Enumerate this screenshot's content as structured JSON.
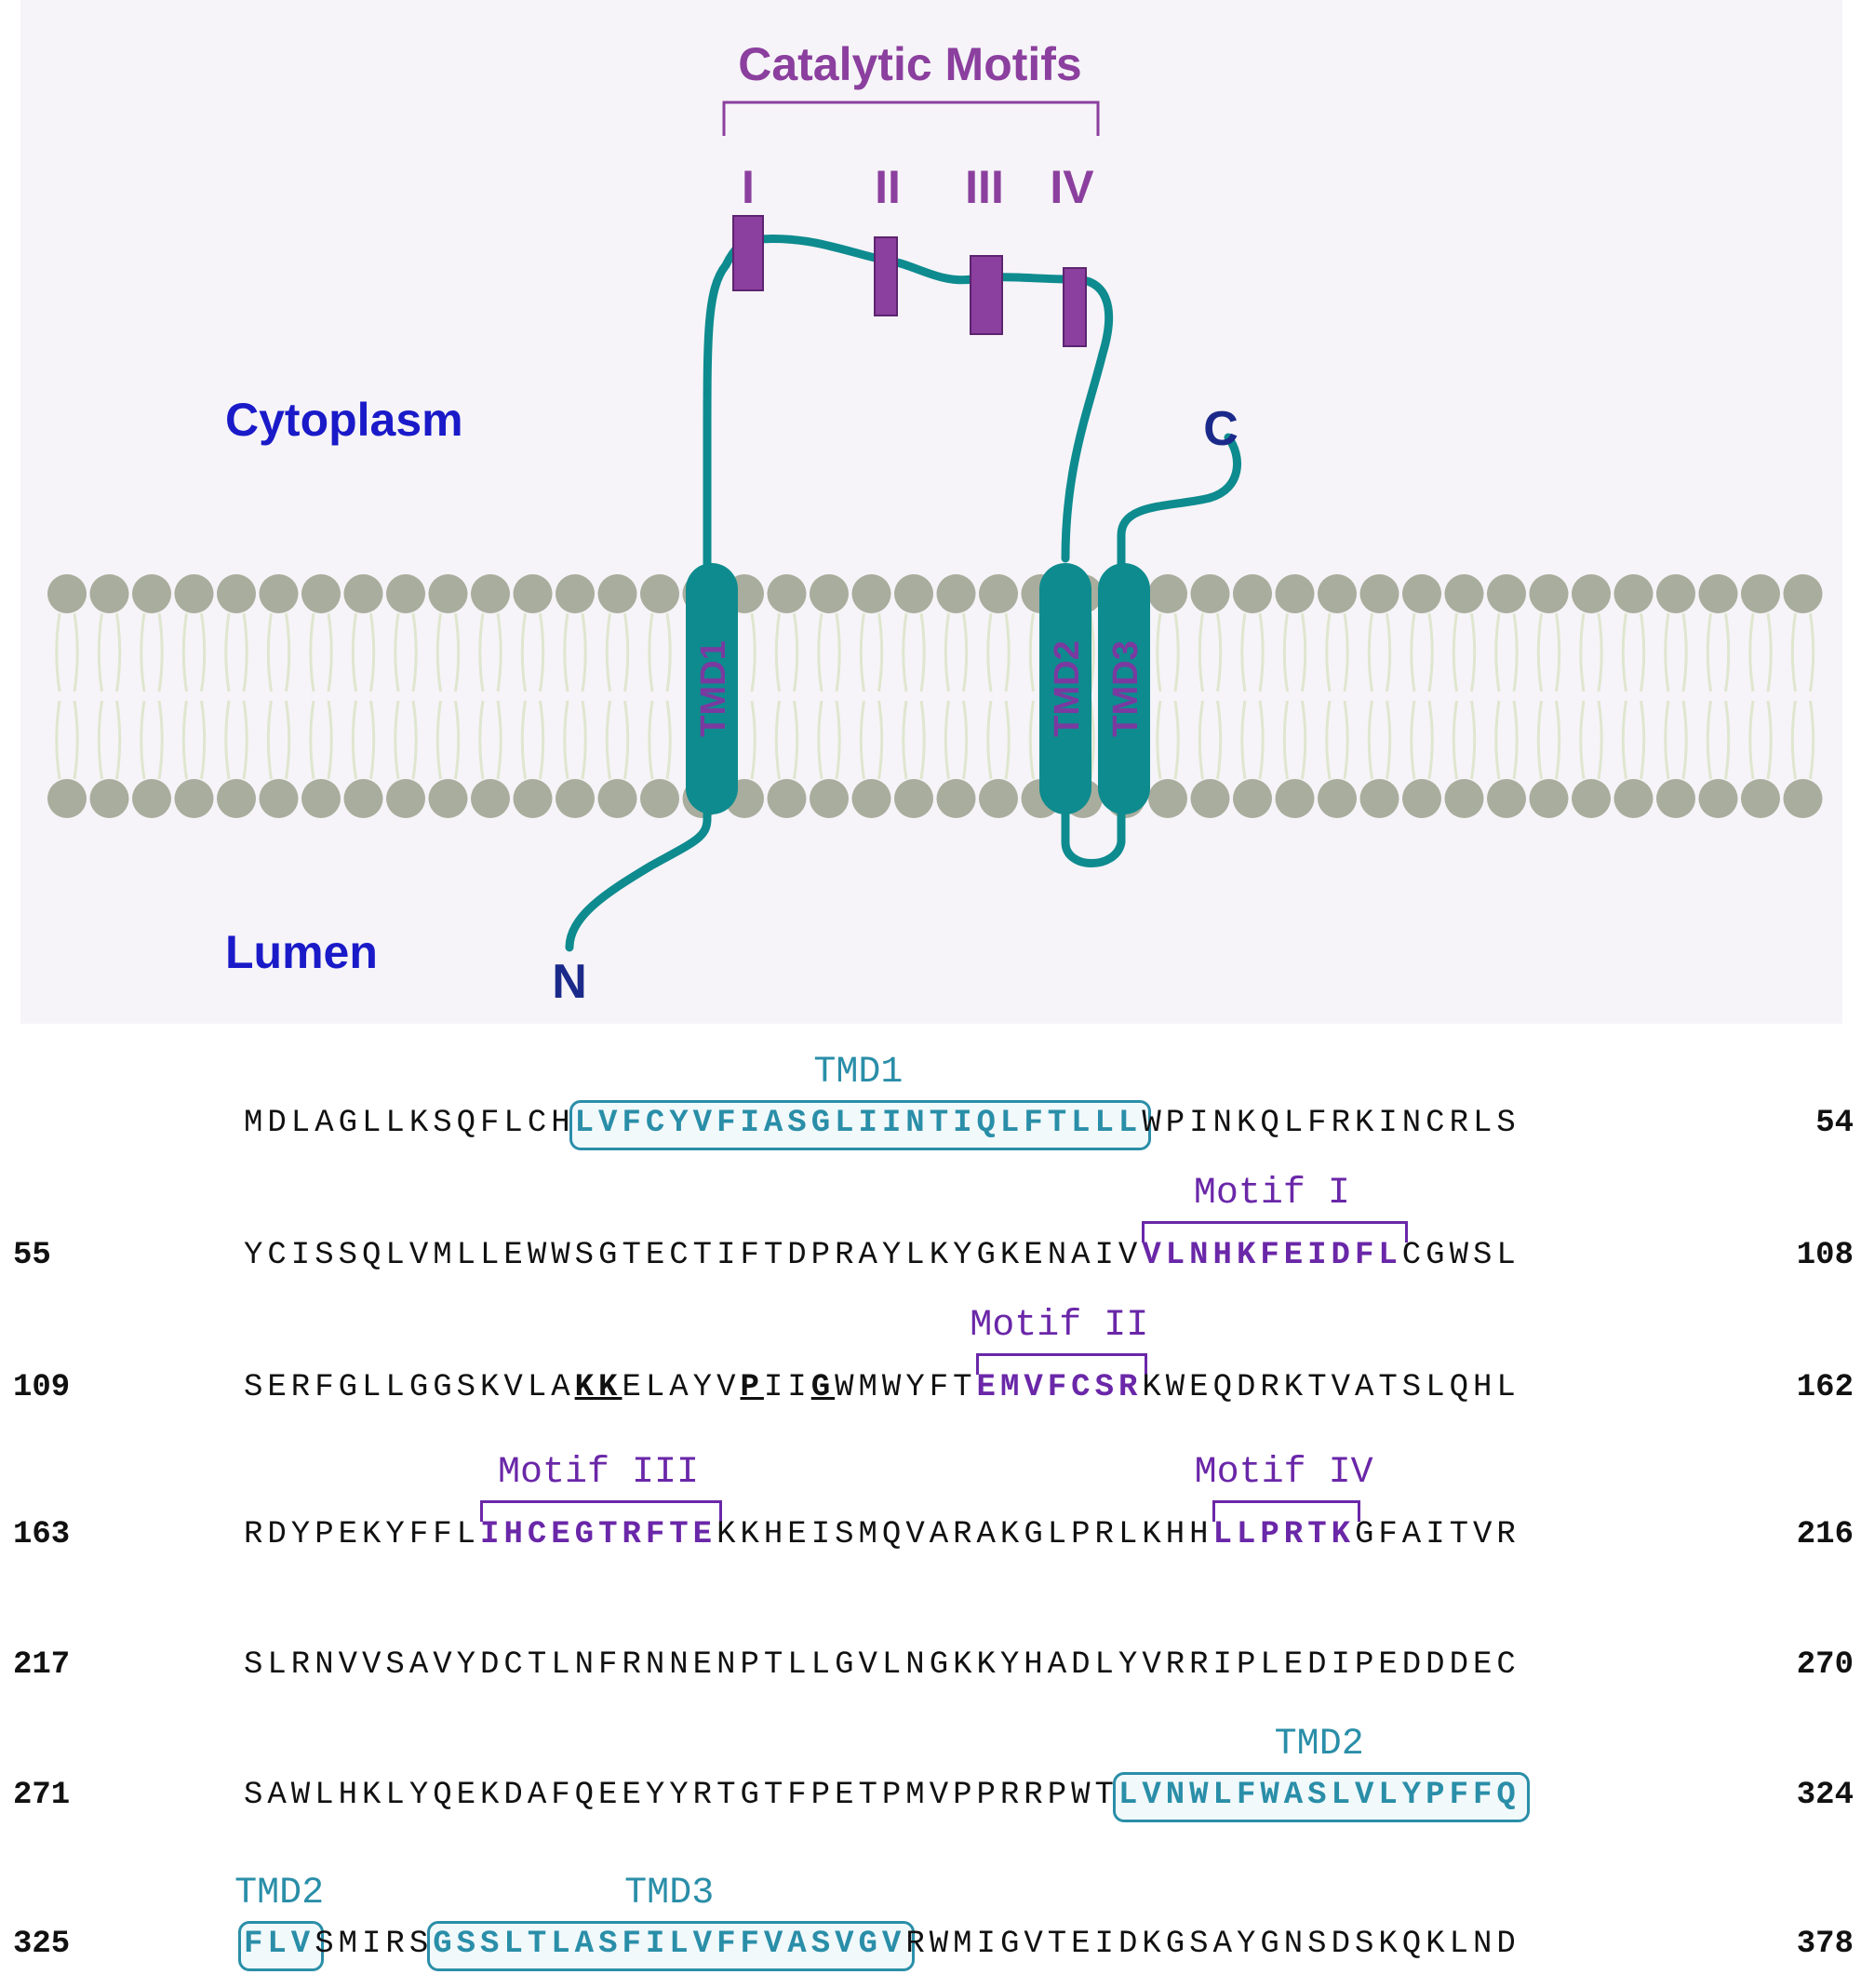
{
  "diagram": {
    "title": "Catalytic Motifs",
    "motif_numerals": [
      "I",
      "II",
      "III",
      "IV"
    ],
    "compartments": {
      "cytoplasm": "Cytoplasm",
      "lumen": "Lumen"
    },
    "termini": {
      "n": "N",
      "c": "C"
    },
    "tmd_labels": [
      "TMD1",
      "TMD2",
      "TMD3"
    ],
    "colors": {
      "background": "#f6f4f8",
      "protein": "#0e8b8f",
      "motif": "#8b3f9e",
      "lipid_head": "#a9ad9d",
      "lipid_tail": "#dfe6cf",
      "compartment_text": "#1a1ac9",
      "terminus_text": "#1b2a8a"
    }
  },
  "sequence": {
    "rows": [
      {
        "start": "",
        "end": "54",
        "segments": [
          {
            "t": "MDLAGLLKSQFLCH",
            "k": "plain"
          },
          {
            "t": "LVFCYVFIASGLIINTIQLFTLLL",
            "k": "tmd"
          },
          {
            "t": "WPINKQLFRKINCRLS",
            "k": "plain"
          }
        ],
        "boxes": [
          {
            "label": "TMD1",
            "from": 14,
            "to": 38
          }
        ]
      },
      {
        "start": "55",
        "end": "108",
        "segments": [
          {
            "t": "YCISSQLVMLLEWWSGTECTIFTDPRAYLKYGKENAIV",
            "k": "plain"
          },
          {
            "t": "VLNHKFEIDFL",
            "k": "motif"
          },
          {
            "t": "CGWSL",
            "k": "plain"
          }
        ],
        "motifs": [
          {
            "label": "Motif I",
            "from": 38,
            "to": 49
          }
        ]
      },
      {
        "start": "109",
        "end": "162",
        "segments": [
          {
            "t": "SERFGLLGGSKVLA",
            "k": "plain"
          },
          {
            "t": "KK",
            "k": "key"
          },
          {
            "t": "ELAYV",
            "k": "plain"
          },
          {
            "t": "P",
            "k": "key"
          },
          {
            "t": "II",
            "k": "plain"
          },
          {
            "t": "G",
            "k": "key"
          },
          {
            "t": "WMWYFT",
            "k": "plain"
          },
          {
            "t": "EMVFCSR",
            "k": "motif"
          },
          {
            "t": "KWEQDRKTVATSLQHL",
            "k": "plain"
          }
        ],
        "motifs": [
          {
            "label": "Motif II",
            "from": 31,
            "to": 38
          }
        ]
      },
      {
        "start": "163",
        "end": "216",
        "segments": [
          {
            "t": "RDYPEKYFFL",
            "k": "plain"
          },
          {
            "t": "IHCEGTRFTE",
            "k": "motif"
          },
          {
            "t": "KKHEISMQVARAKGLPRLKHH",
            "k": "plain"
          },
          {
            "t": "LLPRTK",
            "k": "motif"
          },
          {
            "t": "GFAITVR",
            "k": "plain"
          }
        ],
        "motifs": [
          {
            "label": "Motif III",
            "from": 10,
            "to": 20
          },
          {
            "label": "Motif IV",
            "from": 41,
            "to": 47
          }
        ]
      },
      {
        "start": "217",
        "end": "270",
        "segments": [
          {
            "t": "SLRNVVSAVYDCTLNFRNNENPTLLGVLNGKKYHADLYVRRIPLEDIPEDDDEC",
            "k": "plain"
          }
        ]
      },
      {
        "start": "271",
        "end": "324",
        "segments": [
          {
            "t": "SAWLHKLYQEKDAFQEEYYRTGTFPETPMVPPRRPWT",
            "k": "plain"
          },
          {
            "t": "LVNWLFWASLVLYPFFQ",
            "k": "tmd"
          }
        ],
        "boxes": [
          {
            "label": "TMD2",
            "from": 37,
            "to": 54
          }
        ]
      },
      {
        "start": "325",
        "end": "378",
        "segments": [
          {
            "t": "FLV",
            "k": "tmd"
          },
          {
            "t": "SMIRS",
            "k": "plain"
          },
          {
            "t": "GSSLTLASFILVFFVASVGV",
            "k": "tmd"
          },
          {
            "t": "RWMIGVTEIDKGSAYGNSDSKQKLND",
            "k": "plain"
          }
        ],
        "boxes": [
          {
            "label": "TMD2",
            "from": 0,
            "to": 3
          },
          {
            "label": "TMD3",
            "from": 8,
            "to": 28
          }
        ]
      }
    ]
  }
}
